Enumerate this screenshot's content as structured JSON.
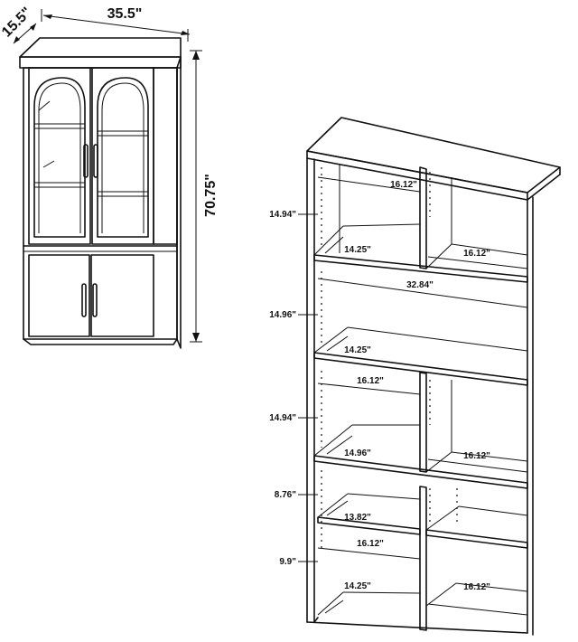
{
  "cabinet": {
    "depth": "15.5\"",
    "width": "35.5\"",
    "height": "70.75\""
  },
  "bookcase": {
    "left_heights": [
      "14.94\"",
      "14.96\"",
      "14.94\"",
      "8.76\"",
      "9.9\""
    ],
    "widths": {
      "row1_back": "16.12\"",
      "row1_left_front": "14.25\"",
      "row1_right_front": "16.12\"",
      "row2_full": "32.84\"",
      "row2_front": "14.25\"",
      "row3_back": "16.12\"",
      "row3_left_front": "14.96\"",
      "row3_right_front": "16.12\"",
      "row4_front": "13.82\"",
      "row5_back": "16.12\"",
      "row5_left_front": "14.25\"",
      "row5_right_front": "16.12\""
    }
  }
}
